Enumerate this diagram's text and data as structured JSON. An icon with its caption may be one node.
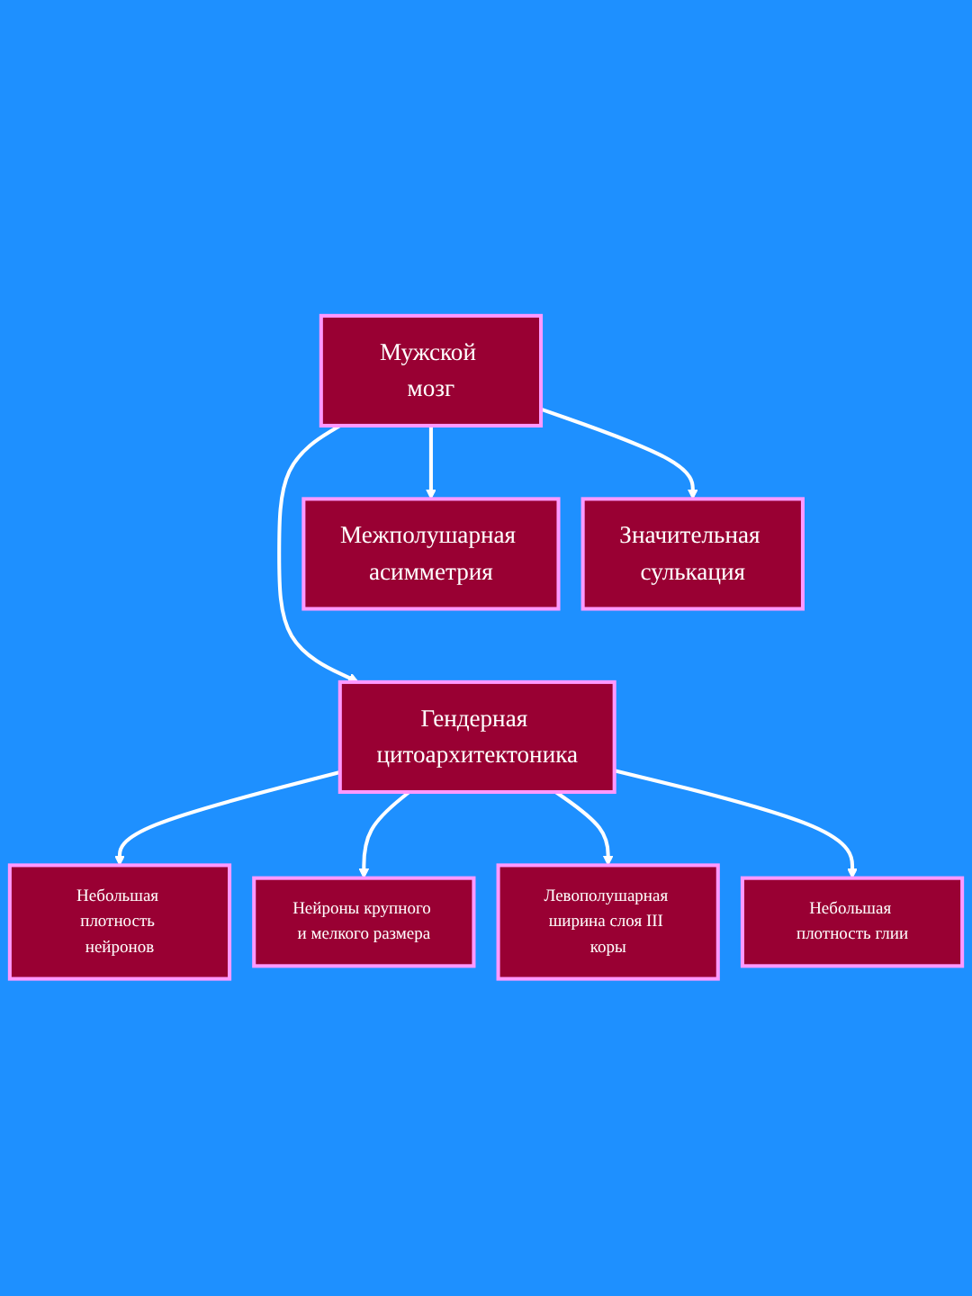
{
  "diagram": {
    "nodes": [
      {
        "text": [
          "Мужской мозг"
        ]
      },
      {
        "text": [
          "Межполушарная асимметрия"
        ]
      },
      {
        "text": [
          "Значительная сулькация"
        ]
      },
      {
        "text": [
          "Гендерная цитоархитектоника"
        ]
      },
      {
        "text": [
          "Небольшая плотность нейронов"
        ]
      },
      {
        "text": [
          "Нейроны крупного и мелкого размера"
        ]
      },
      {
        "text": [
          "Левополушарная ширина слоя III коры"
        ]
      },
      {
        "text": [
          "Небольшая плотность глии"
        ]
      }
    ],
    "edges": [
      {
        "from": 0,
        "to": 1,
        "arrow": "to"
      },
      {
        "from": 0,
        "to": 2,
        "arrow": "to"
      },
      {
        "from": 0,
        "to": 3,
        "arrow": "to"
      },
      {
        "from": 3,
        "to": 4,
        "arrow": "to"
      },
      {
        "from": 3,
        "to": 5,
        "arrow": "to"
      },
      {
        "from": 3,
        "to": 6,
        "arrow": "to"
      },
      {
        "from": 3,
        "to": 7,
        "arrow": "to"
      }
    ]
  }
}
